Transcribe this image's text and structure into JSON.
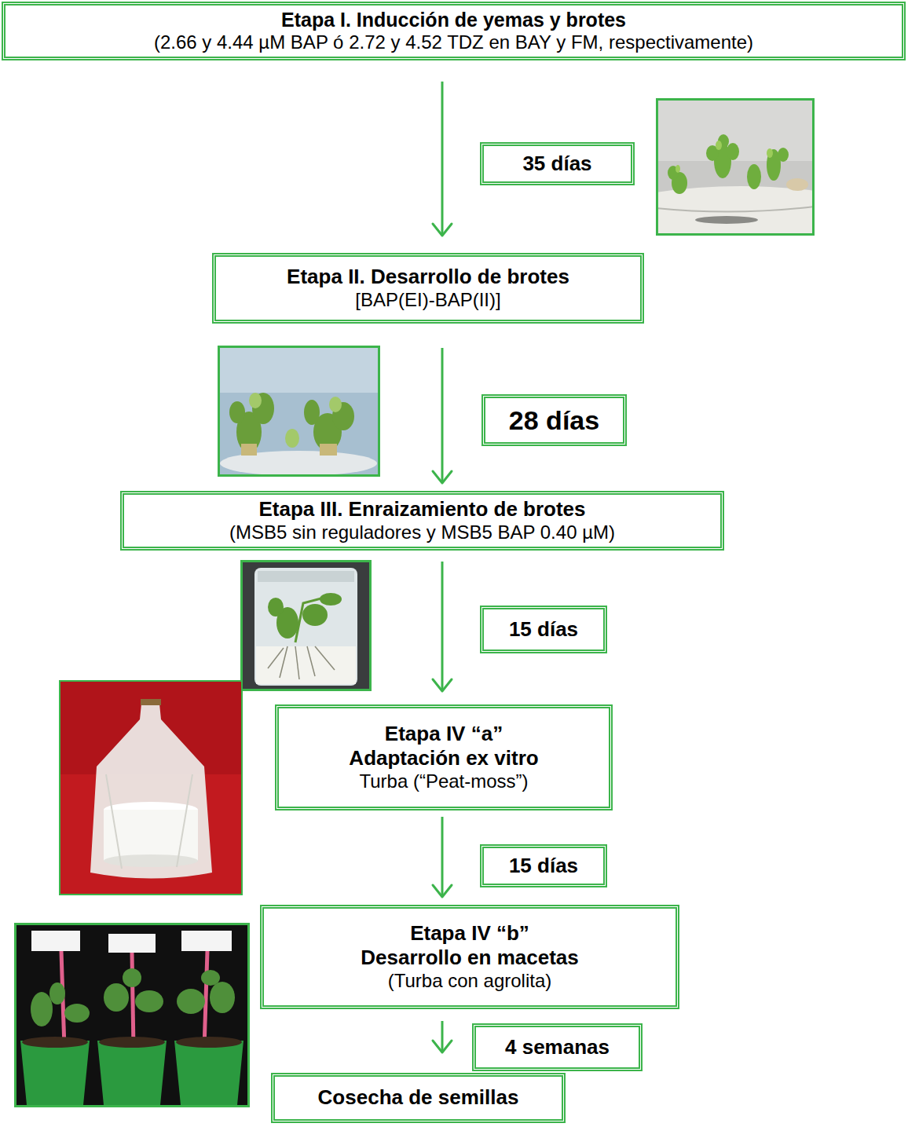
{
  "diagram": {
    "nodes": [
      {
        "text": [
          "Etapa I. Inducción de yemas y brotes",
          "(2.66 y 4.44 µM BAP ó 2.72 y 4.52 TDZ en BAY y FM, respectivamente)"
        ]
      },
      {
        "text": [
          "35 días"
        ]
      },
      {
        "text": [
          "Etapa II. Desarrollo de brotes",
          "[BAP(EI)-BAP(II)]"
        ]
      },
      {
        "text": [
          "28 días"
        ]
      },
      {
        "text": [
          "Etapa III. Enraizamiento de brotes",
          "(MSB5 sin reguladores y MSB5 BAP 0.40 µM)"
        ]
      },
      {
        "text": [
          "15 días"
        ]
      },
      {
        "text": [
          "Etapa IV “a”",
          "Adaptación ex vitro",
          "Turba (“Peat-moss”)"
        ]
      },
      {
        "text": [
          "15 días"
        ]
      },
      {
        "text": [
          "Etapa IV “b”",
          "Desarrollo en macetas",
          "(Turba con agrolita)"
        ]
      },
      {
        "text": [
          "4 semanas"
        ]
      },
      {
        "text": [
          "Cosecha de semillas"
        ]
      }
    ],
    "edges": [
      {
        "from": 0,
        "to": 2,
        "arrow": "to"
      },
      {
        "from": 2,
        "to": 4,
        "arrow": "to"
      },
      {
        "from": 4,
        "to": 6,
        "arrow": "to"
      },
      {
        "from": 6,
        "to": 8,
        "arrow": "to"
      },
      {
        "from": 8,
        "to": 10,
        "arrow": "to"
      }
    ]
  }
}
